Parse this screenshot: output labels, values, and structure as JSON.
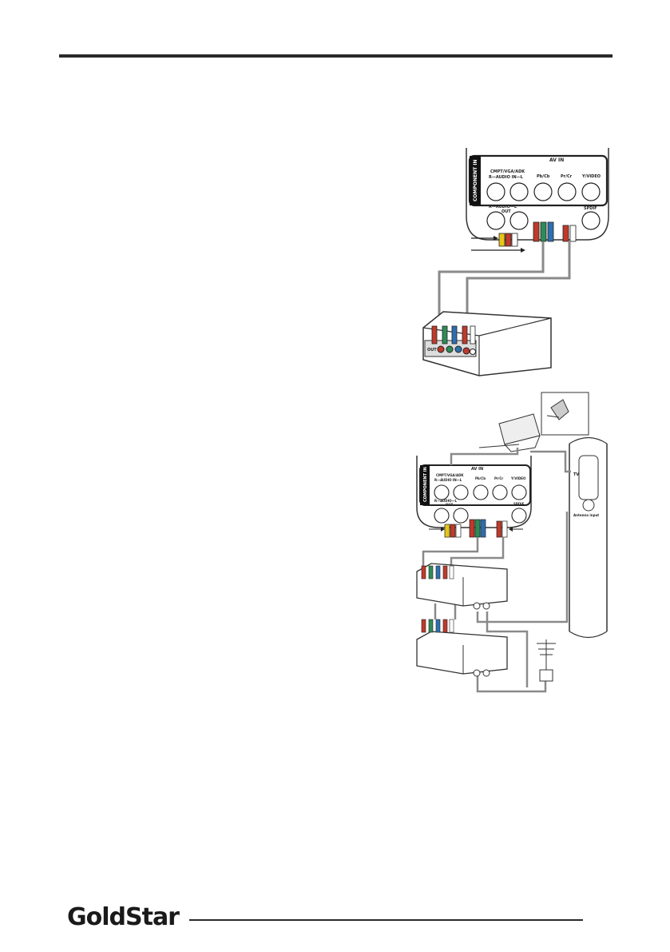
{
  "brand": {
    "name": "GoldStar"
  },
  "diagram1": {
    "panel": {
      "vertical_label": "COMPONENT IN",
      "av_in_label": "AV IN",
      "cmpt_vga_label": "CMPT/VGA/ADK",
      "audio_in_label": "R—AUDIO IN—L",
      "port_labels": [
        "Pb/Cb",
        "Pr/Cr",
        "Y/VIDEO"
      ],
      "audio_out_label": "R—AUDIO—L",
      "audio_out_sub": "OUT",
      "spdif_label": "SPDIF"
    },
    "device_label": "OUT"
  },
  "diagram2": {
    "panel": {
      "vertical_label": "COMPONENT IN",
      "av_in_label": "AV IN",
      "cmpt_vga_label": "CMPT/VGA/ADK",
      "audio_in_label": "R—AUDIO IN—L",
      "port_labels": [
        "Pb/Cb",
        "Pr/Cr",
        "Y/VIDEO"
      ],
      "audio_out_label": "R—AUDIO—L",
      "audio_out_sub": "OUT",
      "spdif_label": "SPDIF"
    },
    "wall_labels": [
      "TV",
      "Antenna input"
    ]
  },
  "colors": {
    "cable": "#8a8a8a",
    "red": "#c0392b",
    "green": "#2e8b57",
    "blue": "#2f6fb0",
    "yellow": "#e6c619"
  }
}
